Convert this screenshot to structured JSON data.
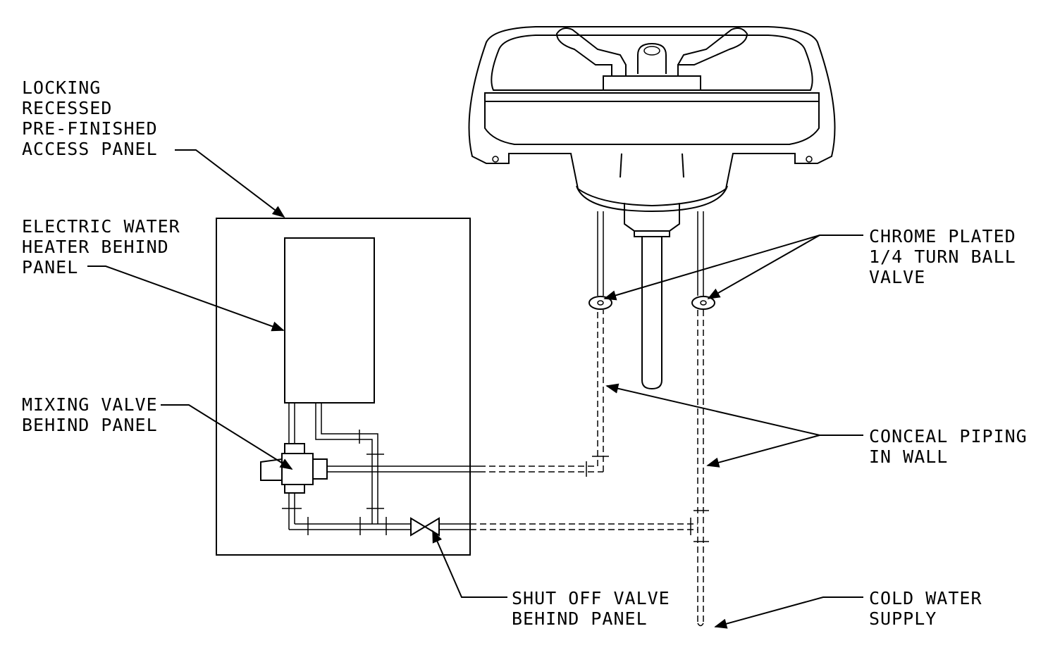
{
  "labels": {
    "access_panel": [
      "LOCKING",
      "RECESSED",
      "PRE-FINISHED",
      "ACCESS PANEL"
    ],
    "water_heater": [
      "ELECTRIC WATER",
      "HEATER BEHIND",
      "PANEL"
    ],
    "mixing_valve": [
      "MIXING VALVE",
      "BEHIND PANEL"
    ],
    "ball_valve": [
      "CHROME PLATED",
      "1/4 TURN BALL",
      "VALVE"
    ],
    "conceal_piping": [
      "CONCEAL PIPING",
      "IN WALL"
    ],
    "shut_off_valve": [
      "SHUT OFF VALVE",
      "BEHIND PANEL"
    ],
    "cold_water": [
      "COLD WATER",
      "SUPPLY"
    ]
  }
}
